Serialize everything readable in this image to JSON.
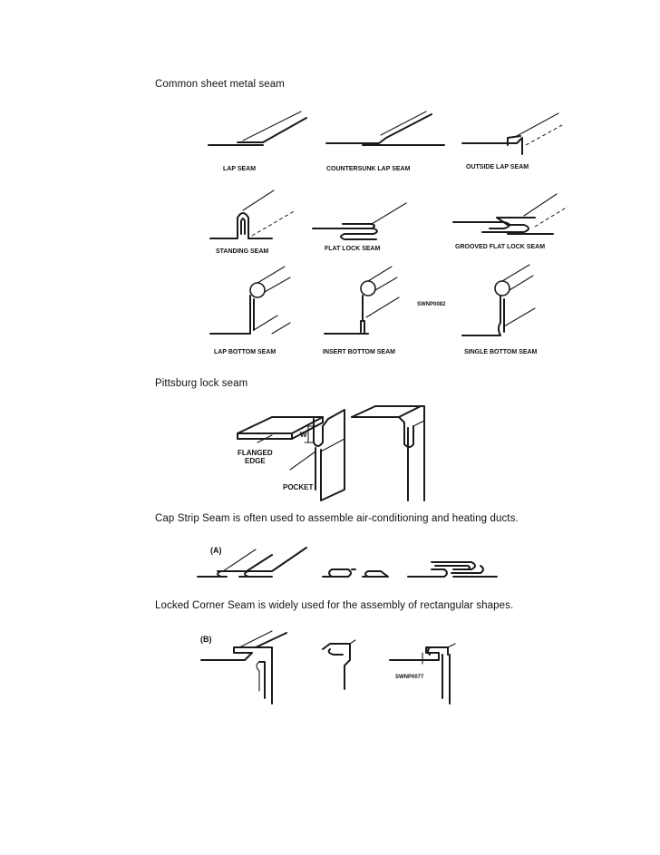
{
  "captions": {
    "common": "Common sheet metal seam",
    "pittsburg": "Pittsburg lock seam",
    "cap_strip": "Cap Strip Seam is often used to assemble air-conditioning and heating ducts.",
    "locked_corner": "Locked Corner Seam is widely used for the assembly of rectangular shapes."
  },
  "figure1": {
    "labels": {
      "lap": "LAP SEAM",
      "countersunk": "COUNTERSUNK LAP SEAM",
      "outside_lap": "OUTSIDE LAP SEAM",
      "standing": "STANDING SEAM",
      "flat_lock": "FLAT LOCK SEAM",
      "grooved_flat_lock": "GROOVED FLAT LOCK SEAM",
      "lap_bottom": "LAP BOTTOM SEAM",
      "insert_bottom": "INSERT BOTTOM SEAM",
      "single_bottom": "SINGLE BOTTOM SEAM",
      "code": "SWNP0082"
    }
  },
  "figure2": {
    "labels": {
      "flanged_line1": "FLANGED",
      "flanged_line2": "EDGE",
      "w": "W",
      "pocket": "POCKET"
    }
  },
  "figure3": {
    "labels": {
      "marker": "(A)"
    }
  },
  "figure4": {
    "labels": {
      "marker": "(B)",
      "code": "SWNP0077"
    }
  }
}
